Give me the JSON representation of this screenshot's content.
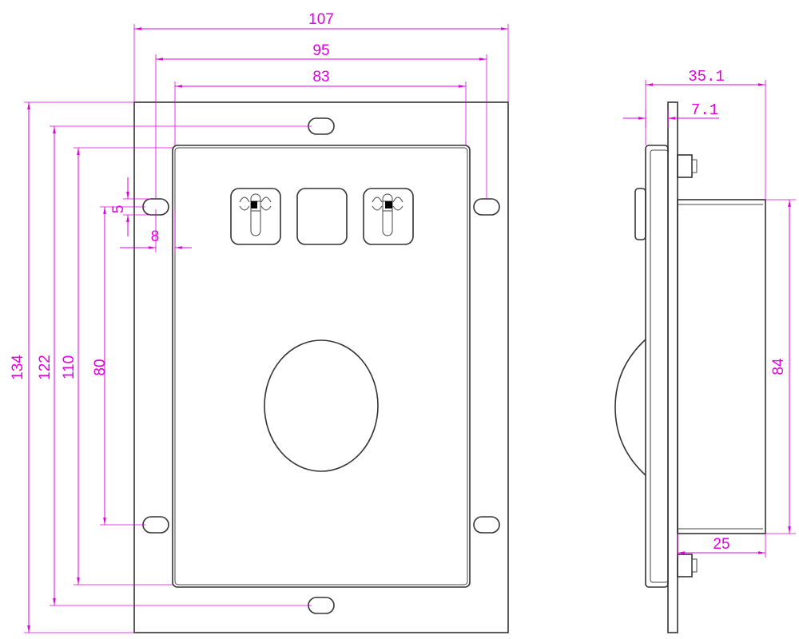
{
  "dimensions": {
    "panel_width": "107",
    "hole_pitch_x": "95",
    "window_width": "83",
    "slot_height": "5",
    "slot_offset": "8",
    "panel_height": "134",
    "hole_pitch_y_outer": "122",
    "window_height": "110",
    "hole_pitch_y_inner": "80",
    "total_depth": "35.1",
    "plate_thickness": "7.1",
    "body_height": "84",
    "body_depth": "25"
  },
  "colors": {
    "dimension": "#e000e0",
    "outline": "#333333",
    "indicator_fill": "#000000"
  }
}
